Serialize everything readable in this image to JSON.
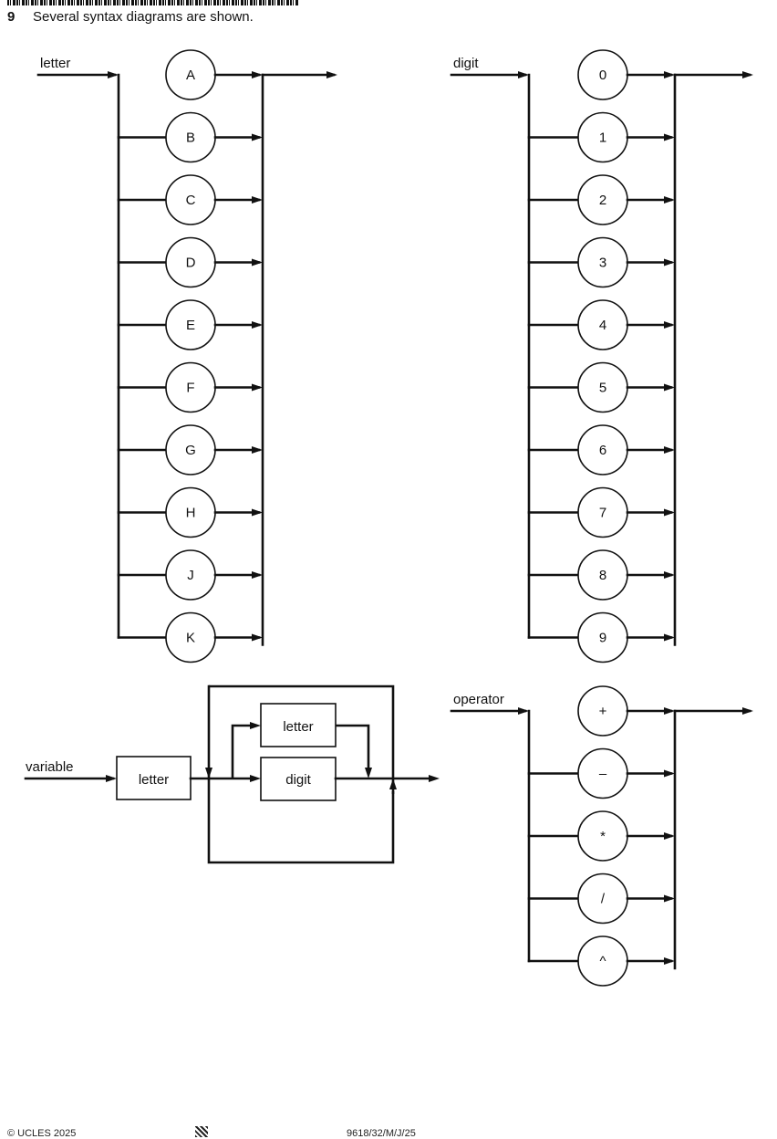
{
  "header": {
    "question_number": "9",
    "intro": "Several syntax diagrams are shown."
  },
  "diagrams": [
    {
      "name": "letter",
      "kind": "choice",
      "options": [
        "A",
        "B",
        "C",
        "D",
        "E",
        "F",
        "G",
        "H",
        "J",
        "K"
      ]
    },
    {
      "name": "digit",
      "kind": "choice",
      "options": [
        "0",
        "1",
        "2",
        "3",
        "4",
        "5",
        "6",
        "7",
        "8",
        "9"
      ]
    },
    {
      "name": "operator",
      "kind": "choice",
      "options": [
        "+",
        "–",
        "*",
        "/",
        "^"
      ]
    },
    {
      "name": "variable",
      "kind": "sequence",
      "first": "letter",
      "loop_options": [
        "letter",
        "digit"
      ]
    }
  ],
  "footer": {
    "copyright": "© UCLES 2025",
    "code": "9618/32/M/J/25"
  }
}
